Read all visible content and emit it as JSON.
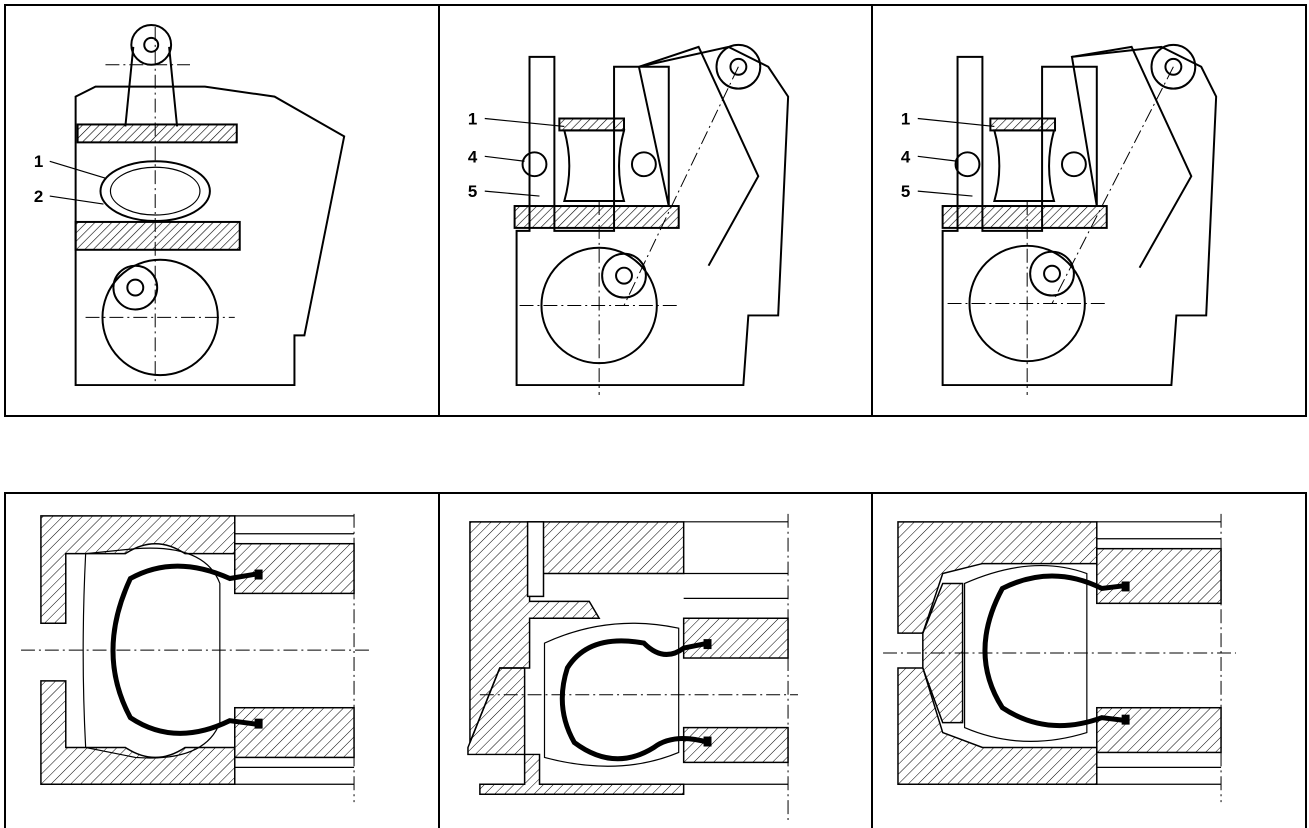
{
  "panels_top": [
    {
      "labels": [
        "1",
        "2"
      ]
    },
    {
      "labels": [
        "1",
        "4",
        "5"
      ]
    },
    {
      "labels": [
        "1",
        "4",
        "5"
      ]
    }
  ],
  "panels_bottom": [
    {},
    {},
    {}
  ]
}
